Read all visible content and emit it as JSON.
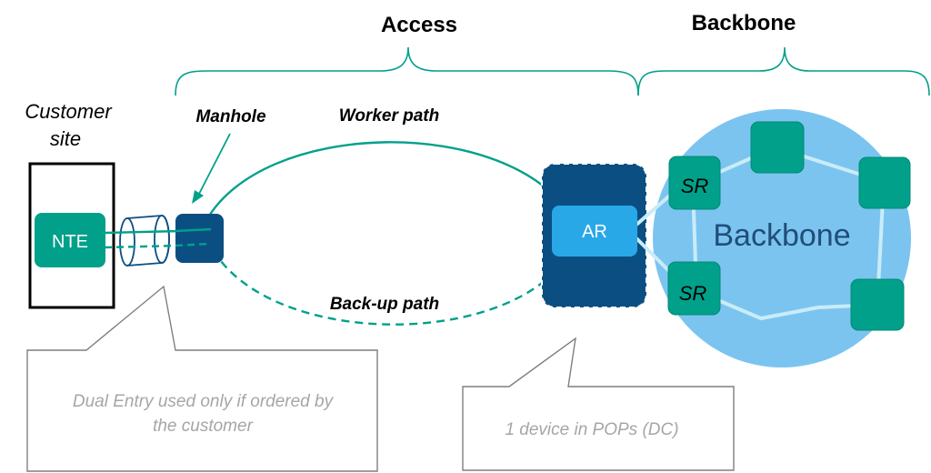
{
  "labels": {
    "access": "Access",
    "backbone_header": "Backbone",
    "customer_site_line1": "Customer",
    "customer_site_line2": "site",
    "manhole": "Manhole",
    "worker_path": "Worker path",
    "backup_path": "Back-up path",
    "nte": "NTE",
    "ar": "AR",
    "sr_top": "SR",
    "sr_bottom": "SR",
    "backbone_cloud": "Backbone"
  },
  "callouts": {
    "dual_entry_line1": "Dual Entry used only if ordered by",
    "dual_entry_line2": "the customer",
    "pops": "1 device in POPs (DC)"
  },
  "colors": {
    "teal": "#00a08a",
    "dark_teal": "#008a77",
    "navy": "#0b4f82",
    "light_blue": "#29a8e8",
    "cloud": "#7cc4f0",
    "ring": "#c9ecf8",
    "callout_text": "#a6a6a6"
  }
}
